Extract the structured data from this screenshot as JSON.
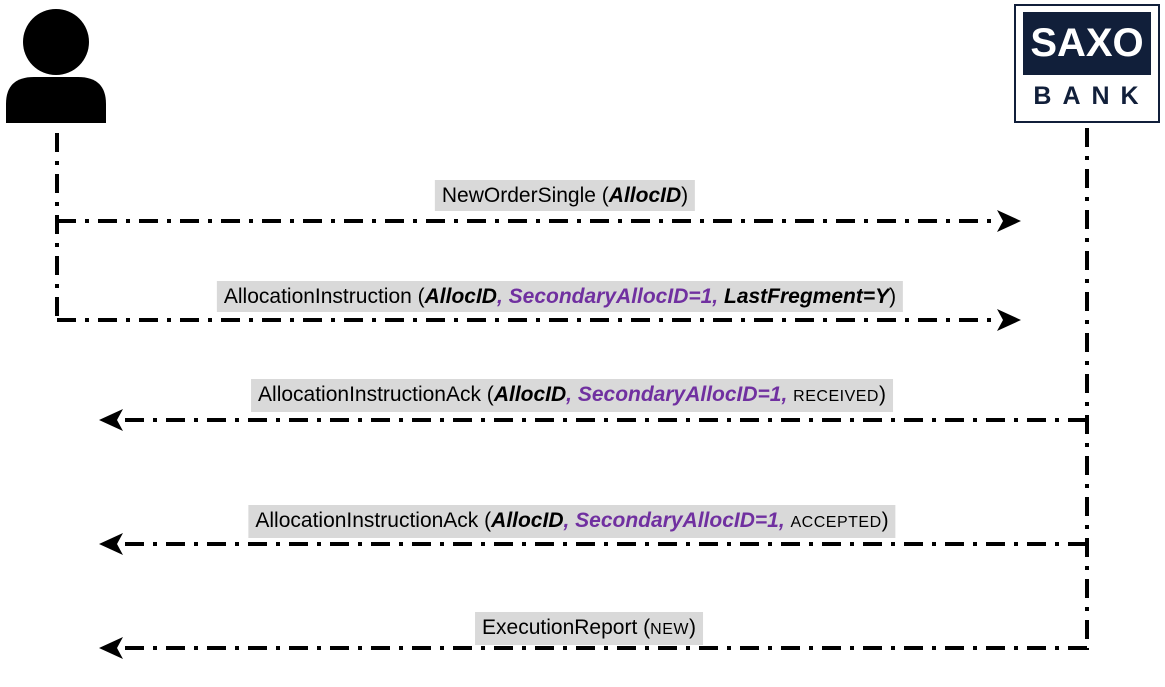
{
  "colors": {
    "accent_purple": "#7030A0",
    "label_background": "#D9D9D9",
    "logo_navy": "#111F3A",
    "line_black": "#000000"
  },
  "actors": {
    "client": {
      "icon": "person-icon"
    },
    "bank": {
      "logo_line1": "SAXO",
      "logo_line2": "BANK"
    }
  },
  "messages": [
    {
      "direction": "right",
      "segments": [
        {
          "text": "NewOrderSingle (",
          "style": "normal"
        },
        {
          "text": "AllocID",
          "style": "bold-italic"
        },
        {
          "text": ")",
          "style": "normal"
        }
      ]
    },
    {
      "direction": "right",
      "segments": [
        {
          "text": "AllocationInstruction (",
          "style": "normal"
        },
        {
          "text": "AllocID",
          "style": "bold-italic"
        },
        {
          "text": ", SecondaryAllocID=1, ",
          "style": "bold-italic-purple"
        },
        {
          "text": "LastFregment=Y",
          "style": "bold-italic"
        },
        {
          "text": ")",
          "style": "normal"
        }
      ]
    },
    {
      "direction": "left",
      "segments": [
        {
          "text": "AllocationInstructionAck (",
          "style": "normal"
        },
        {
          "text": "AllocID",
          "style": "bold-italic"
        },
        {
          "text": ", SecondaryAllocID=1, ",
          "style": "bold-italic-purple"
        },
        {
          "text": "RECEIVED",
          "style": "small-caps"
        },
        {
          "text": ")",
          "style": "normal"
        }
      ]
    },
    {
      "direction": "left",
      "segments": [
        {
          "text": "AllocationInstructionAck (",
          "style": "normal"
        },
        {
          "text": "AllocID",
          "style": "bold-italic"
        },
        {
          "text": ", SecondaryAllocID=1, ",
          "style": "bold-italic-purple"
        },
        {
          "text": "ACCEPTED",
          "style": "small-caps"
        },
        {
          "text": ")",
          "style": "normal"
        }
      ]
    },
    {
      "direction": "left",
      "segments": [
        {
          "text": "ExecutionReport (",
          "style": "normal"
        },
        {
          "text": "NEW",
          "style": "small-caps"
        },
        {
          "text": ")",
          "style": "normal"
        }
      ]
    }
  ]
}
